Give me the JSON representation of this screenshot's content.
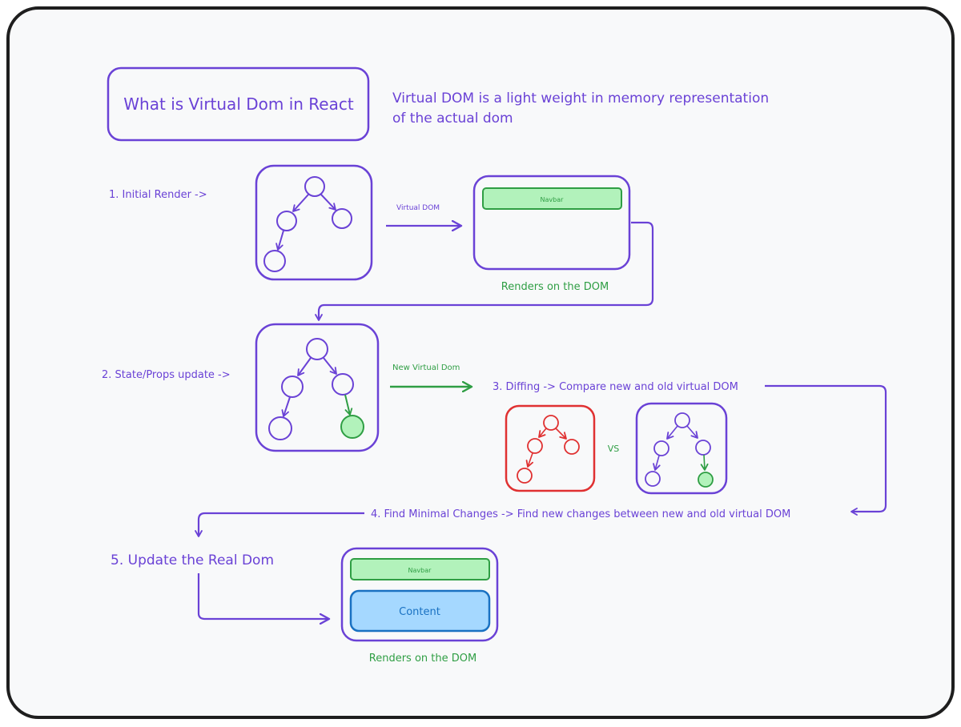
{
  "colors": {
    "purple": "#6a42d6",
    "green": "#2f9e44",
    "red": "#e03131",
    "node_green_fill": "#b2f2bb",
    "content_blue_fill": "#a5d8ff",
    "content_blue_stroke": "#1971c2",
    "frame": "#1e1e1e",
    "background": "#f8f9fa"
  },
  "title": "What is Virtual Dom in React",
  "definition": {
    "line1": "Virtual DOM is a light weight in memory representation",
    "line2": "of the actual dom"
  },
  "steps": {
    "initial_render": "1. Initial Render ->",
    "state_update": "2. State/Props update ->",
    "diffing": "3. Diffing -> Compare new and old virtual DOM",
    "minimal_changes": "4. Find Minimal Changes -> Find new changes between new and old virtual DOM",
    "update_real_dom": "5. Update the Real Dom"
  },
  "arrows": {
    "virtual_dom": "Virtual DOM",
    "new_virtual_dom": "New Virtual Dom"
  },
  "dom_boxes": {
    "navbar_1": "Navbar",
    "navbar_2": "Navbar",
    "content": "Content",
    "caption_1": "Renders on the DOM",
    "caption_2": "Renders on the DOM"
  },
  "vs_label": "VS",
  "icons": {
    "tree_1": "tree-diagram-icon",
    "tree_2": "tree-diagram-icon",
    "old_tree": "tree-diagram-icon",
    "new_tree": "tree-diagram-icon"
  }
}
